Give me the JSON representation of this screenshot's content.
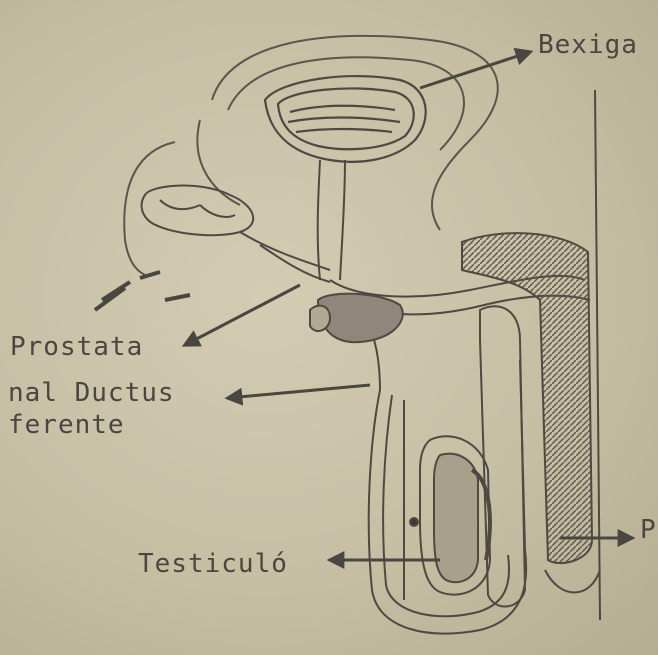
{
  "labels": {
    "bexiga": "Bexiga",
    "prostata": "Prostata",
    "ductus_line1": "nal Ductus",
    "ductus_line2": "ferente",
    "testiculo": "Testiculó",
    "penis_partial": "P"
  },
  "colors": {
    "paper": "#c9c2a8",
    "ink": "#4a4640",
    "shade": "#6a655c"
  }
}
